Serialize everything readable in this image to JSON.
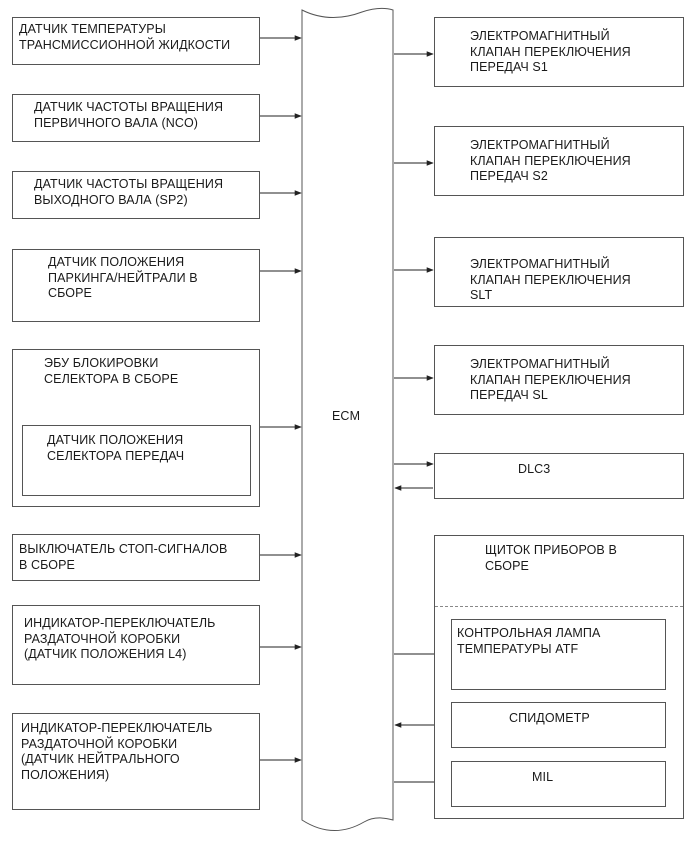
{
  "ecm": {
    "label": "ECM"
  },
  "inputs": [
    {
      "label": "ДАТЧИК ТЕМПЕРАТУРЫ\nТРАНСМИССИОННОЙ ЖИДКОСТИ"
    },
    {
      "label": "ДАТЧИК ЧАСТОТЫ ВРАЩЕНИЯ\nПЕРВИЧНОГО ВАЛА (NCO)"
    },
    {
      "label": "ДАТЧИК ЧАСТОТЫ ВРАЩЕНИЯ\nВЫХОДНОГО ВАЛА (SP2)"
    },
    {
      "label": "ДАТЧИК ПОЛОЖЕНИЯ\nПАРКИНГА/НЕЙТРАЛИ В\nСБОРЕ"
    },
    {
      "label": "ЭБУ БЛОКИРОВКИ\nСЕЛЕКТОРА В СБОРЕ",
      "sub": "ДАТЧИК ПОЛОЖЕНИЯ\nСЕЛЕКТОРА ПЕРЕДАЧ"
    },
    {
      "label": "ВЫКЛЮЧАТЕЛЬ СТОП-СИГНАЛОВ\nВ СБОРЕ"
    },
    {
      "label": "ИНДИКАТОР-ПЕРЕКЛЮЧАТЕЛЬ\nРАЗДАТОЧНОЙ КОРОБКИ\n(ДАТЧИК ПОЛОЖЕНИЯ L4)"
    },
    {
      "label": "ИНДИКАТОР-ПЕРЕКЛЮЧАТЕЛЬ\nРАЗДАТОЧНОЙ КОРОБКИ\n(ДАТЧИК НЕЙТРАЛЬНОГО\nПОЛОЖЕНИЯ)"
    }
  ],
  "outputs": [
    {
      "label": "ЭЛЕКТРОМАГНИТНЫЙ\nКЛАПАН ПЕРЕКЛЮЧЕНИЯ\nПЕРЕДАЧ S1"
    },
    {
      "label": "ЭЛЕКТРОМАГНИТНЫЙ\nКЛАПАН ПЕРЕКЛЮЧЕНИЯ\nПЕРЕДАЧ S2"
    },
    {
      "label": "ЭЛЕКТРОМАГНИТНЫЙ\nКЛАПАН ПЕРЕКЛЮЧЕНИЯ\nSLT"
    },
    {
      "label": "ЭЛЕКТРОМАГНИТНЫЙ\nКЛАПАН ПЕРЕКЛЮЧЕНИЯ\nПЕРЕДАЧ SL"
    },
    {
      "label": "DLC3"
    }
  ],
  "cluster": {
    "label": "ЩИТОК ПРИБОРОВ В\nСБОРЕ",
    "items": [
      {
        "label": "КОНТРОЛЬНАЯ ЛАМПА\nТЕМПЕРАТУРЫ ATF"
      },
      {
        "label": "СПИДОМЕТР"
      },
      {
        "label": "MIL"
      }
    ]
  }
}
